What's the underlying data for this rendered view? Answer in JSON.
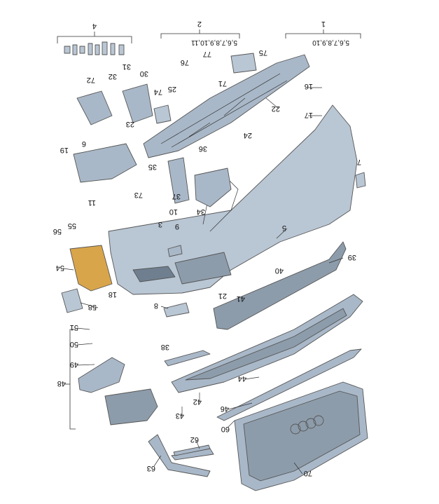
{
  "groups": {
    "g4": {
      "num": "4"
    },
    "g2": {
      "num": "2",
      "sub": "5,6,7,8,9,10,11"
    },
    "g1": {
      "num": "1",
      "sub": "5,6,7,8,9,10"
    },
    "g48": {
      "num": "48"
    }
  },
  "labels": {
    "n3": "3",
    "n5": "5",
    "n6": "6",
    "n7": "7",
    "n8": "8",
    "n9": "9",
    "n10": "10",
    "n11": "11",
    "n16": "16",
    "n17": "17",
    "n18": "18",
    "n19": "19",
    "n21": "21",
    "n22": "22",
    "n23": "23",
    "n24": "24",
    "n25": "25",
    "n30": "30",
    "n31": "31",
    "n32": "32",
    "n34": "34",
    "n35": "35",
    "n36": "36",
    "n37": "37",
    "n38": "38",
    "n39": "39",
    "n40": "40",
    "n41": "41",
    "n42": "42",
    "n43": "43",
    "n44": "44",
    "n46": "46",
    "n49": "49",
    "n50": "50",
    "n51": "51",
    "n54": "54",
    "n55": "55",
    "n56": "56",
    "n58": "58",
    "n60": "60",
    "n62": "62",
    "n63": "63",
    "n70": "70",
    "n71": "71",
    "n72": "72",
    "n73": "73",
    "n74": "74",
    "n75": "75",
    "n76": "76",
    "n77": "77"
  }
}
